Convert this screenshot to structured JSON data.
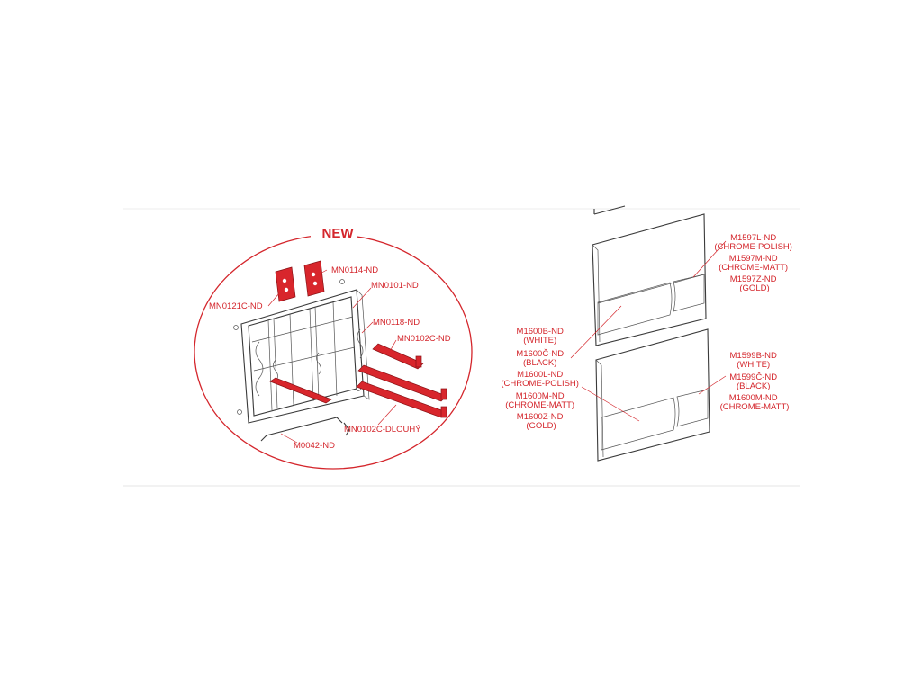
{
  "callout": {
    "new_label": "NEW"
  },
  "colors": {
    "accent": "#d4262c",
    "line": "#3a3a3a"
  },
  "mechanism_labels": {
    "mn0114": "MN0114-ND",
    "mn0121c": "MN0121C-ND",
    "mn0101": "MN0101-ND",
    "mn0118": "MN0118-ND",
    "mn0102c": "MN0102C-ND",
    "mn0102c_long": "MN0102C-DLOUHÝ",
    "m0042": "M0042-ND"
  },
  "plate_upper": {
    "lines": [
      "M1597L-ND",
      "(CHROME-POLISH)",
      "M1597M-ND",
      "(CHROME-MATT)",
      "M1597Z-ND",
      "(GOLD)"
    ]
  },
  "plate_lower_left": {
    "lines": [
      "M1600B-ND",
      "(WHITE)",
      "M1600Č-ND",
      "(BLACK)",
      "M1600L-ND",
      "(CHROME-POLISH)",
      "M1600M-ND",
      "(CHROME-MATT)",
      "M1600Z-ND",
      "(GOLD)"
    ]
  },
  "plate_lower_right": {
    "lines": [
      "M1599B-ND",
      "(WHITE)",
      "M1599Č-ND",
      "(BLACK)",
      "M1600M-ND",
      "(CHROME-MATT)"
    ]
  }
}
